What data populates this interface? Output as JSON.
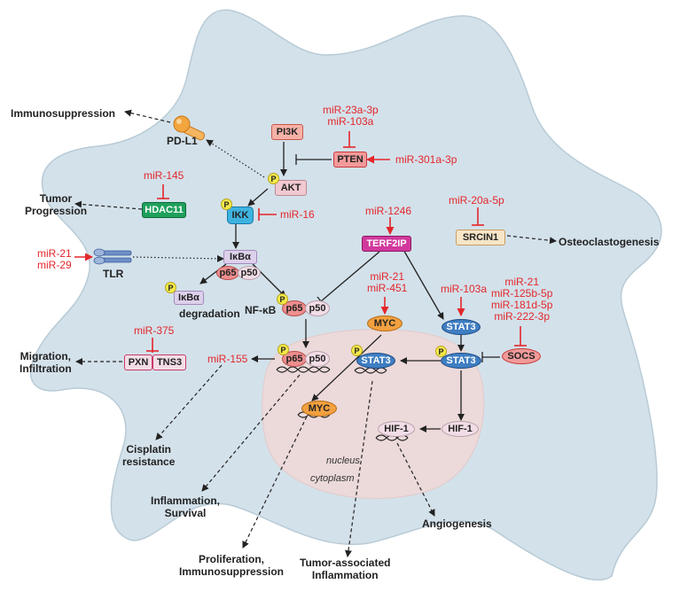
{
  "outputs": {
    "immunosuppression": "Immunosuppression",
    "tumor_progression": "Tumor\nProgression",
    "osteoclastogenesis": "Osteoclastogenesis",
    "migration": "Migration,\nInfiltration",
    "cisplatin": "Cisplatin\nresistance",
    "inflammation_survival": "Inflammation,\nSurvival",
    "proliferation": "Proliferation,\nImmunosuppression",
    "tumor_inflammation": "Tumor-associated\nInflammation",
    "angiogenesis": "Angiogenesis",
    "degradation": "degradation"
  },
  "mirnas": {
    "mir23": "miR-23a-3p\nmiR-103a",
    "mir301": "miR-301a-3p",
    "mir145": "miR-145",
    "mir16": "miR-16",
    "mir1246": "miR-1246",
    "mir20": "miR-20a-5p",
    "mir21_29": "miR-21\nmiR-29",
    "mir21_451": "miR-21\nmiR-451",
    "mir103": "miR-103a",
    "mir_socs": "miR-21\nmiR-125b-5p\nmiR-181d-5p\nmiR-222-3p",
    "mir375": "miR-375",
    "mir155": "miR-155"
  },
  "nodes": {
    "pdl1": "PD-L1",
    "pi3k": "PI3K",
    "pten": "PTEN",
    "akt": "AKT",
    "hdac11": "HDAC11",
    "ikk": "IKK",
    "terf2ip": "TERF2IP",
    "srcin1": "SRCIN1",
    "tlr": "TLR",
    "ikba": "IκBα",
    "ikba2": "IκBα",
    "p65": "p65",
    "p50": "p50",
    "nfkb": "NF-κB",
    "nfkb_p65": "p65",
    "nfkb_p50": "p50",
    "myc": "MYC",
    "stat3_top": "STAT3",
    "socs": "SOCS",
    "stat3_mid": "STAT3",
    "nuc_p65": "p65",
    "nuc_p50": "p50",
    "pxn": "PXN",
    "tns3": "TNS3",
    "nuc_stat3": "STAT3",
    "hif1_out": "HIF-1",
    "hif1_in": "HIF-1",
    "nuc_myc": "MYC",
    "phospho": "P"
  },
  "regions": {
    "nucleus": "nucleus",
    "cytoplasm": "cytoplasm"
  },
  "colors": {
    "cell_fill": "#d2e1ea",
    "nucleus_fill": "#ecd9d9",
    "mirna_red": "#e4262b",
    "stat3_blue": "#3f7ec2",
    "myc_orange": "#f2a040",
    "hdac_green": "#1fa05c",
    "ikk_cyan": "#2aa7d9",
    "terf_magenta": "#d2389c",
    "p65_pink": "#ee8e8e",
    "pd_orange": "#f2a040"
  }
}
